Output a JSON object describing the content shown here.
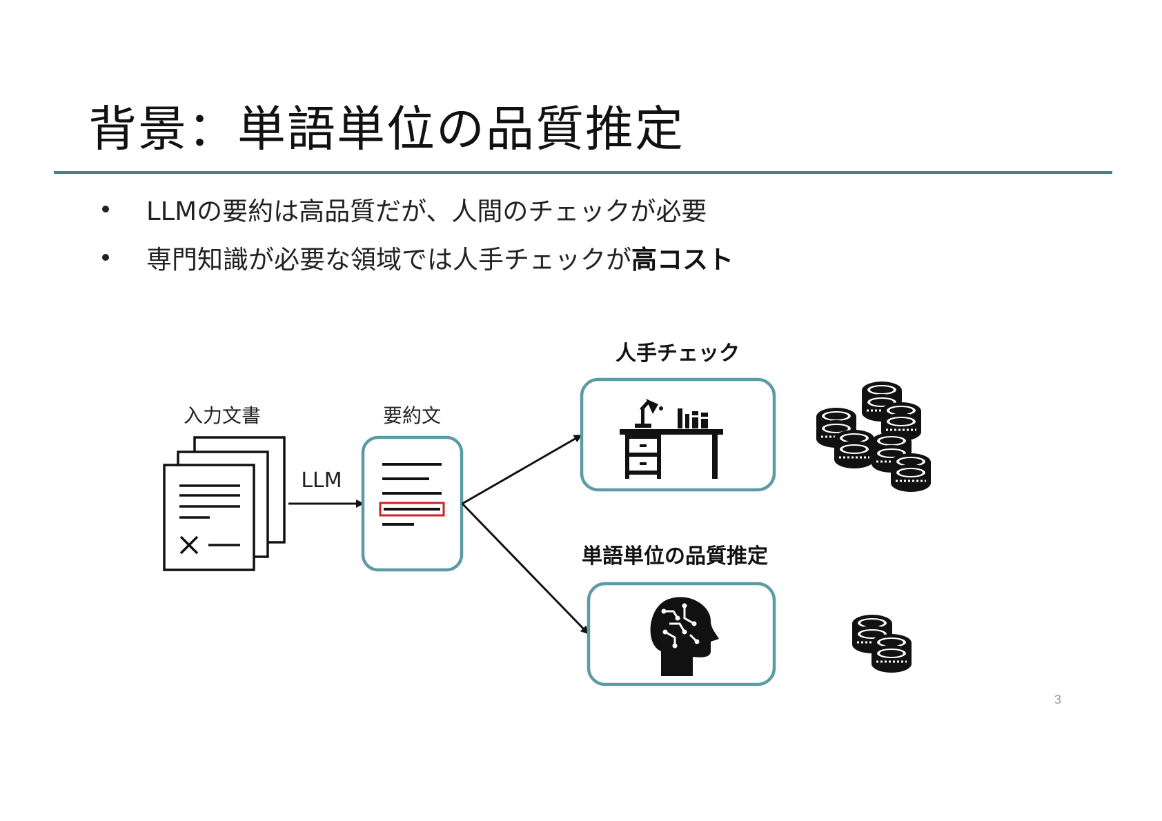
{
  "slide": {
    "title": "背景：単語単位の品質推定",
    "accent_color": "#4a7f86",
    "box_color": "#5d9ba4",
    "highlight_color": "#cc2222",
    "page_number": "3"
  },
  "bullets": [
    {
      "text": "LLMの要約は高品質だが、人間のチェックが必要",
      "bold": ""
    },
    {
      "text": "専門知識が必要な領域では人手チェックが",
      "bold": "高コスト"
    }
  ],
  "diagram": {
    "input_label": "入力文書",
    "arrow_label": "LLM",
    "summary_label": "要約文",
    "human_check_label": "人手チェック",
    "word_qe_label": "単語単位の品質推定",
    "icons": {
      "input": "documents-icon",
      "summary": "summary-document-icon",
      "human": "desk-icon",
      "ai": "ai-head-icon",
      "high_cost": "coin-stacks-icon",
      "low_cost": "coin-stacks-small-icon"
    }
  }
}
